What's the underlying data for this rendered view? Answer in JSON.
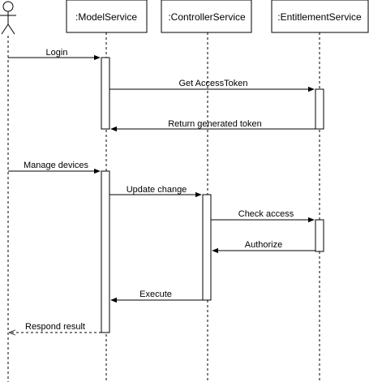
{
  "participants": {
    "model": ":ModelService",
    "controller": ":ControllerService",
    "entitlement": ":EntitlementService"
  },
  "messages": {
    "login": "Login",
    "get_access_token": "Get AccessToken",
    "return_token": "Return generated token",
    "manage_devices": "Manage devices",
    "update_change": "Update change",
    "check_access": "Check access",
    "authorize": "Authorize",
    "execute": "Execute",
    "respond_result": "Respond result"
  },
  "icons": {
    "actor": "stick-figure-actor-icon"
  }
}
